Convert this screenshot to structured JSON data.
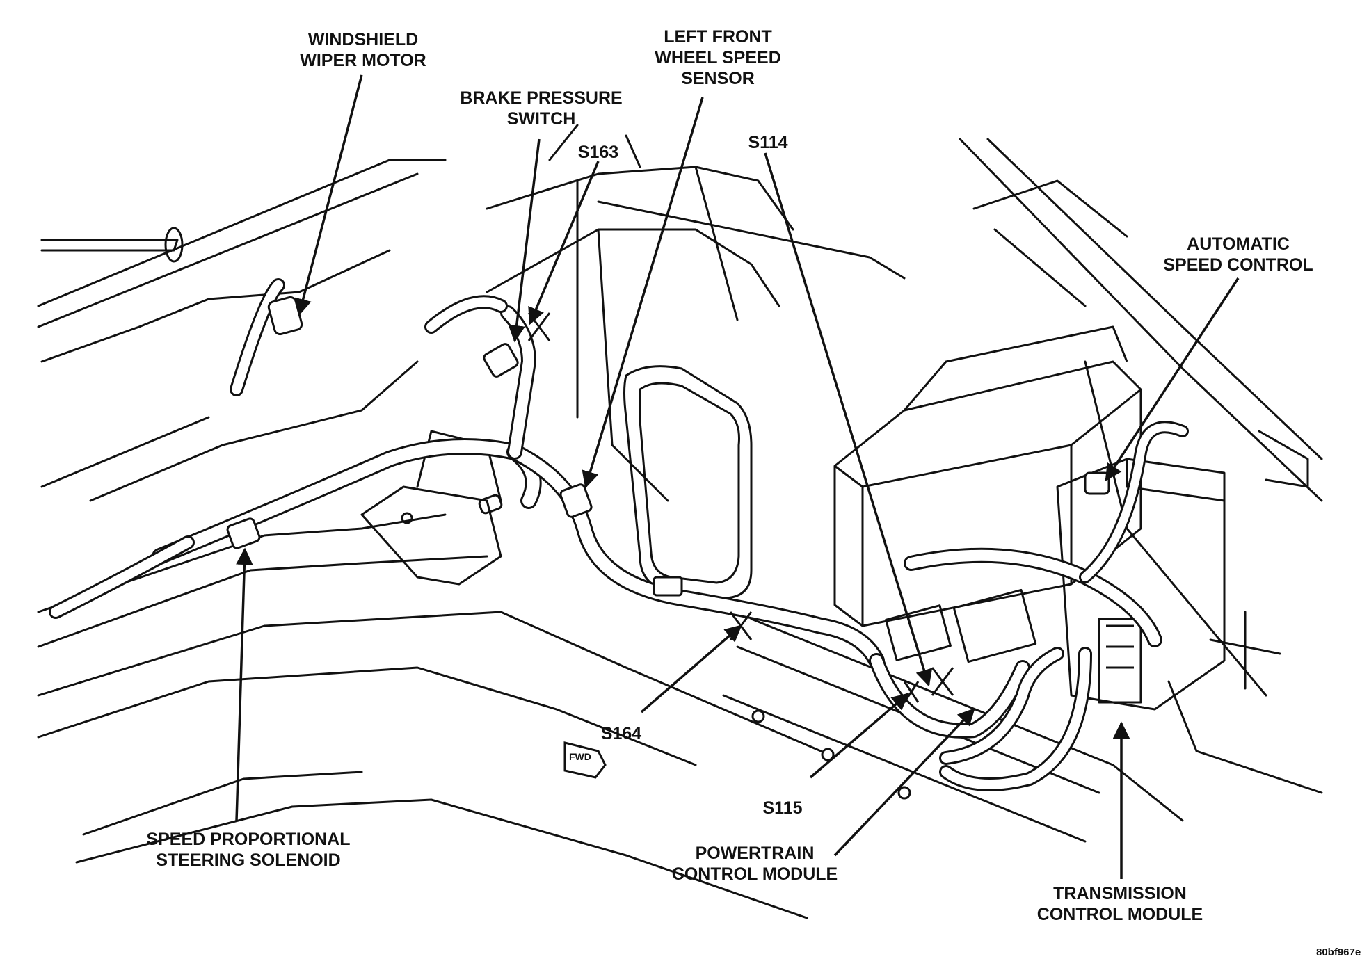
{
  "labels": {
    "windshield_wiper_motor": [
      "WINDSHIELD",
      "WIPER MOTOR"
    ],
    "brake_pressure_switch": [
      "BRAKE PRESSURE",
      "SWITCH"
    ],
    "left_front_wheel_speed_sensor": [
      "LEFT FRONT",
      "WHEEL SPEED",
      "SENSOR"
    ],
    "s163": "S163",
    "s114": "S114",
    "automatic_speed_control": [
      "AUTOMATIC",
      "SPEED CONTROL"
    ],
    "s164": "S164",
    "s115": "S115",
    "fwd": "FWD",
    "speed_proportional_steering_solenoid": [
      "SPEED PROPORTIONAL",
      "STEERING SOLENOID"
    ],
    "powertrain_control_module": [
      "POWERTRAIN",
      "CONTROL MODULE"
    ],
    "transmission_control_module": [
      "TRANSMISSION",
      "CONTROL MODULE"
    ]
  },
  "figure_code": "80bf967e"
}
